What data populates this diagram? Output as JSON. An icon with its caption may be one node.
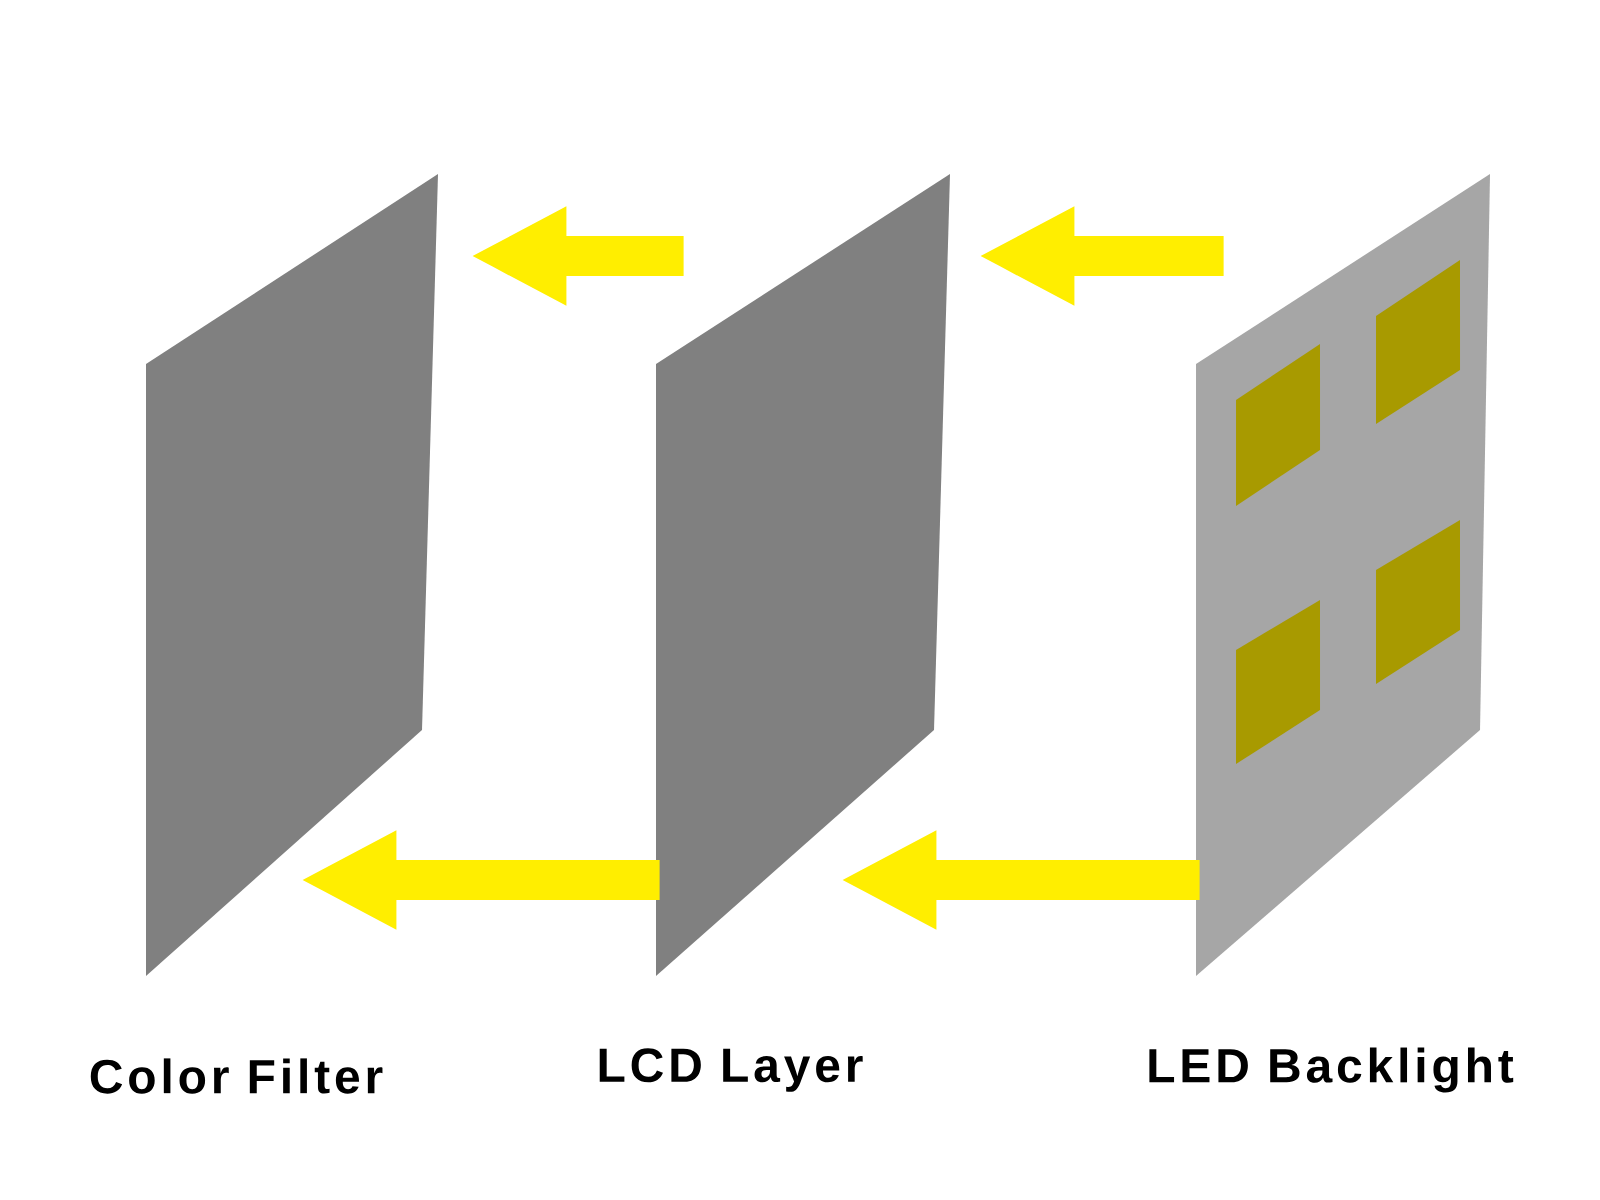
{
  "diagram": {
    "nodes": [
      {
        "text": [
          "Color Filter"
        ]
      },
      {
        "text": [
          "LCD Layer"
        ]
      },
      {
        "text": [
          "LED Backlight"
        ]
      }
    ],
    "edges": [
      {
        "from": 1,
        "to": 0,
        "arrow": "to"
      },
      {
        "from": 2,
        "to": 1,
        "arrow": "to"
      },
      {
        "from": 1,
        "to": 0,
        "arrow": "to"
      },
      {
        "from": 2,
        "to": 1,
        "arrow": "to"
      }
    ]
  }
}
